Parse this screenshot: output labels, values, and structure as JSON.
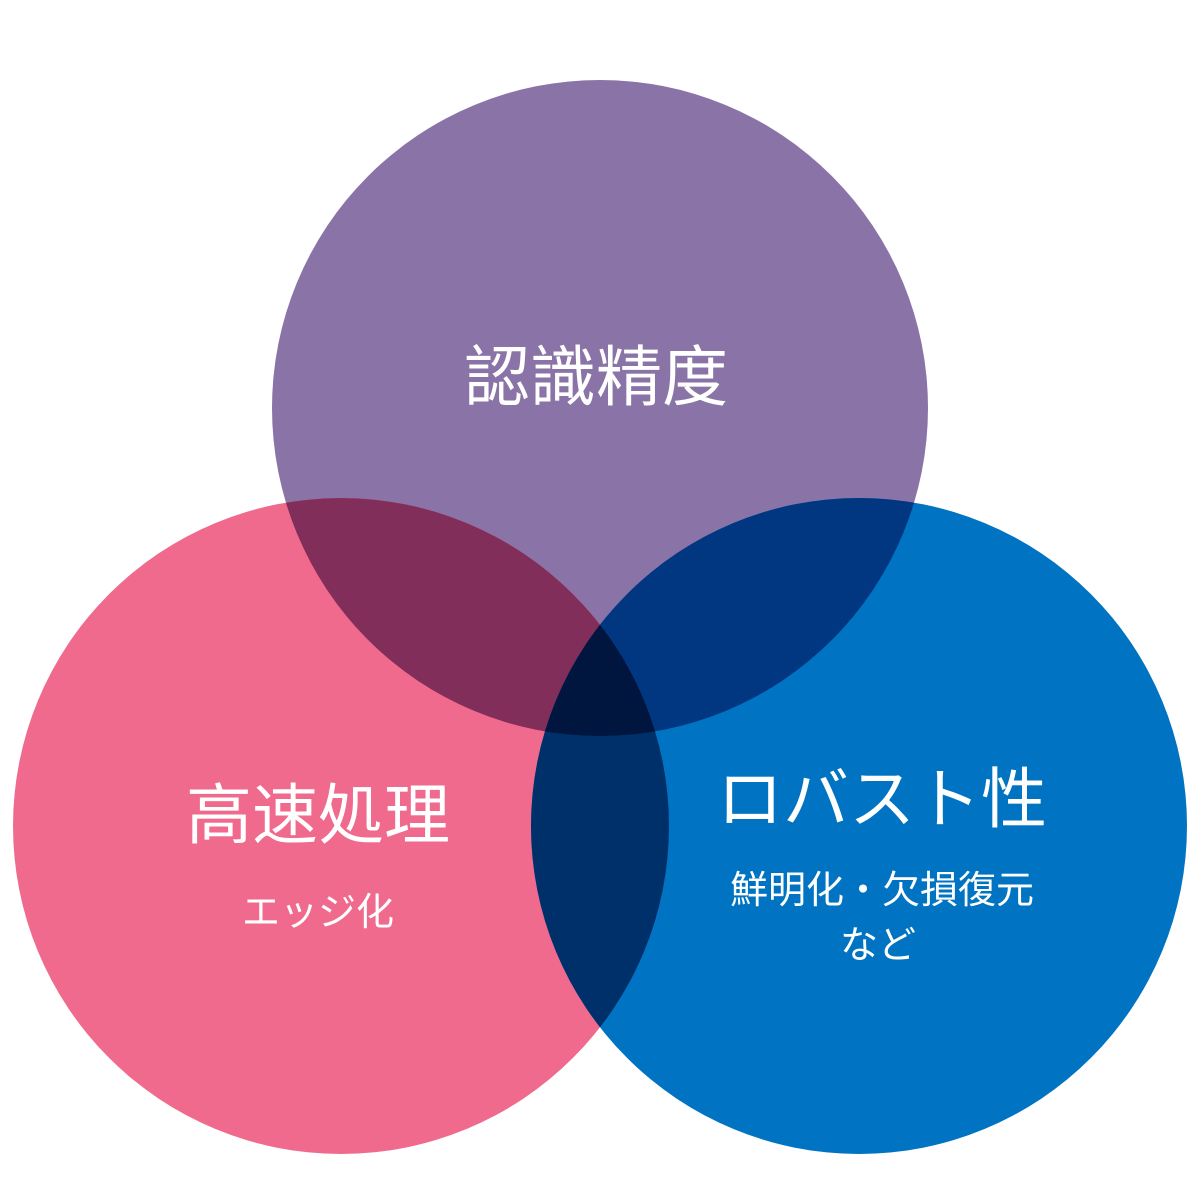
{
  "diagram": {
    "colors": {
      "background": "#ffffff",
      "top_circle": "#8a73a7",
      "left_circle": "#ef6a8d",
      "right_circle": "#0074c2",
      "overlap_top_left": "#822e5b",
      "overlap_top_right": "#013680",
      "overlap_left_right": "#00306a",
      "overlap_all": "#00163f",
      "text": "#ffffff"
    },
    "sets": [
      {
        "id": "top",
        "title": "認識精度",
        "sub": []
      },
      {
        "id": "left",
        "title": "高速処理",
        "sub": [
          "エッジ化"
        ]
      },
      {
        "id": "right",
        "title": "ロバスト性",
        "sub": [
          "鮮明化・欠損復元",
          "など"
        ]
      }
    ]
  }
}
